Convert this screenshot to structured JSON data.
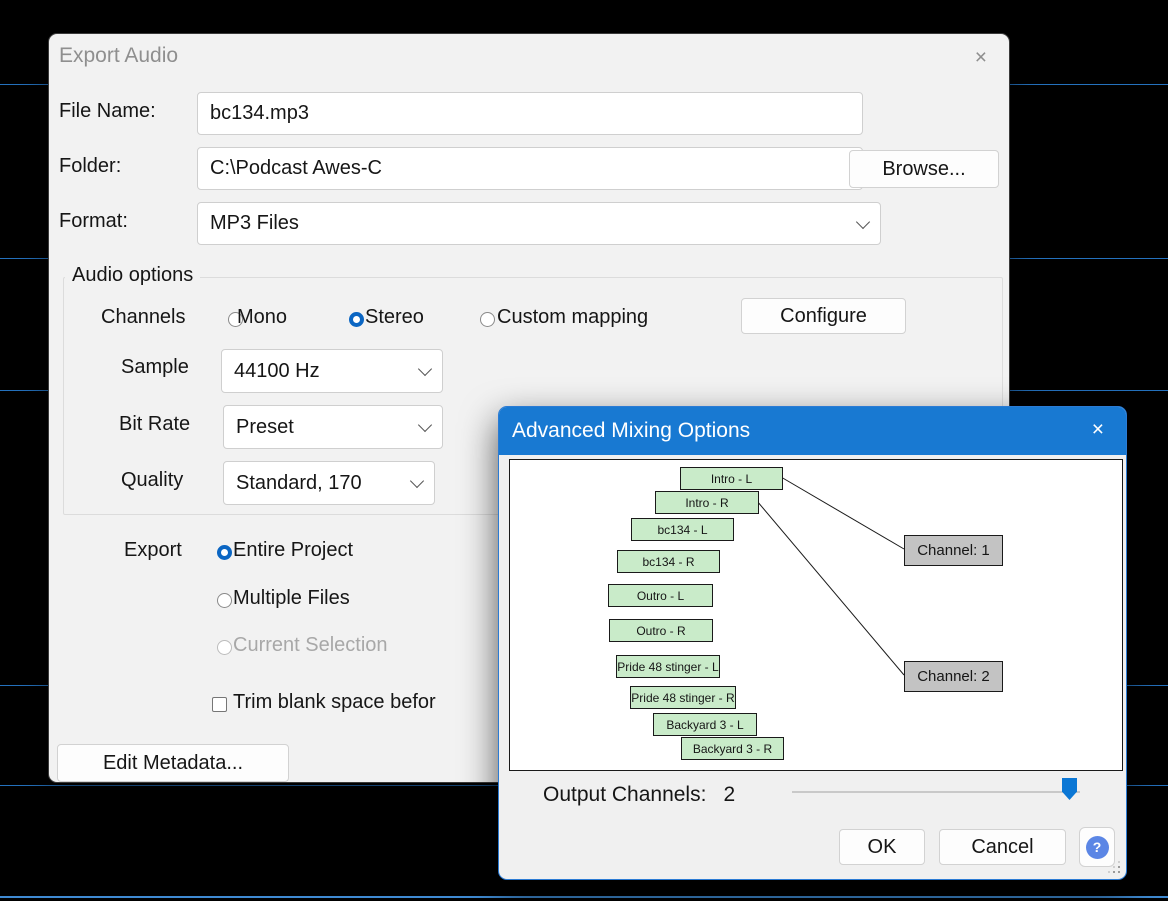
{
  "export_dialog": {
    "title": "Export Audio",
    "close": "×",
    "file_name": {
      "label": "File Name:",
      "value": "bc134.mp3"
    },
    "folder": {
      "label": "Folder:",
      "value": "C:\\Podcast Awes-C"
    },
    "browse_label": "Browse...",
    "format": {
      "label": "Format:",
      "value": "MP3 Files"
    },
    "audio_options": {
      "group_label": "Audio options",
      "channels_label": "Channels",
      "channel_options": [
        {
          "label": "Mono",
          "selected": false
        },
        {
          "label": "Stereo",
          "selected": true
        },
        {
          "label": "Custom mapping",
          "selected": false
        }
      ],
      "configure_label": "Configure",
      "sample": {
        "label": "Sample",
        "value": "44100 Hz"
      },
      "bit_rate": {
        "label": "Bit Rate",
        "value": "Preset"
      },
      "quality": {
        "label": "Quality",
        "value": "Standard, 170"
      }
    },
    "export_section": {
      "label": "Export",
      "options": [
        {
          "label": "Entire Project",
          "selected": true,
          "disabled": false
        },
        {
          "label": "Multiple Files",
          "selected": false,
          "disabled": false
        },
        {
          "label": "Current Selection",
          "selected": false,
          "disabled": true
        }
      ],
      "trim_label": "Trim blank space befor",
      "trim_checked": false
    },
    "edit_metadata_label": "Edit Metadata..."
  },
  "mixing_dialog": {
    "title": "Advanced Mixing Options",
    "close": "×",
    "tracks": [
      "Intro - L",
      "Intro - R",
      "bc134 - L",
      "bc134 - R",
      "Outro - L",
      "Outro - R",
      "Pride 48 stinger - L",
      "Pride 48 stinger - R",
      "Backyard 3 - L",
      "Backyard 3 - R"
    ],
    "channels": [
      {
        "label": "Channel: 1"
      },
      {
        "label": "Channel: 2"
      }
    ],
    "connections": [
      {
        "from": "Intro - L",
        "to": "Channel: 1"
      },
      {
        "from": "Intro - R",
        "to": "Channel: 2"
      }
    ],
    "output_channels_label": "Output Channels:",
    "output_channels_value": "2",
    "ok_label": "OK",
    "cancel_label": "Cancel",
    "help_label": "?"
  },
  "colors": {
    "mix_titlebar": "#1879d2",
    "track_box": "#c9ebc9",
    "channel_box": "#c3c3c3",
    "slider_thumb": "#0b77d5",
    "radio_accent": "#0b66c3",
    "background_line": "#2471bd"
  }
}
